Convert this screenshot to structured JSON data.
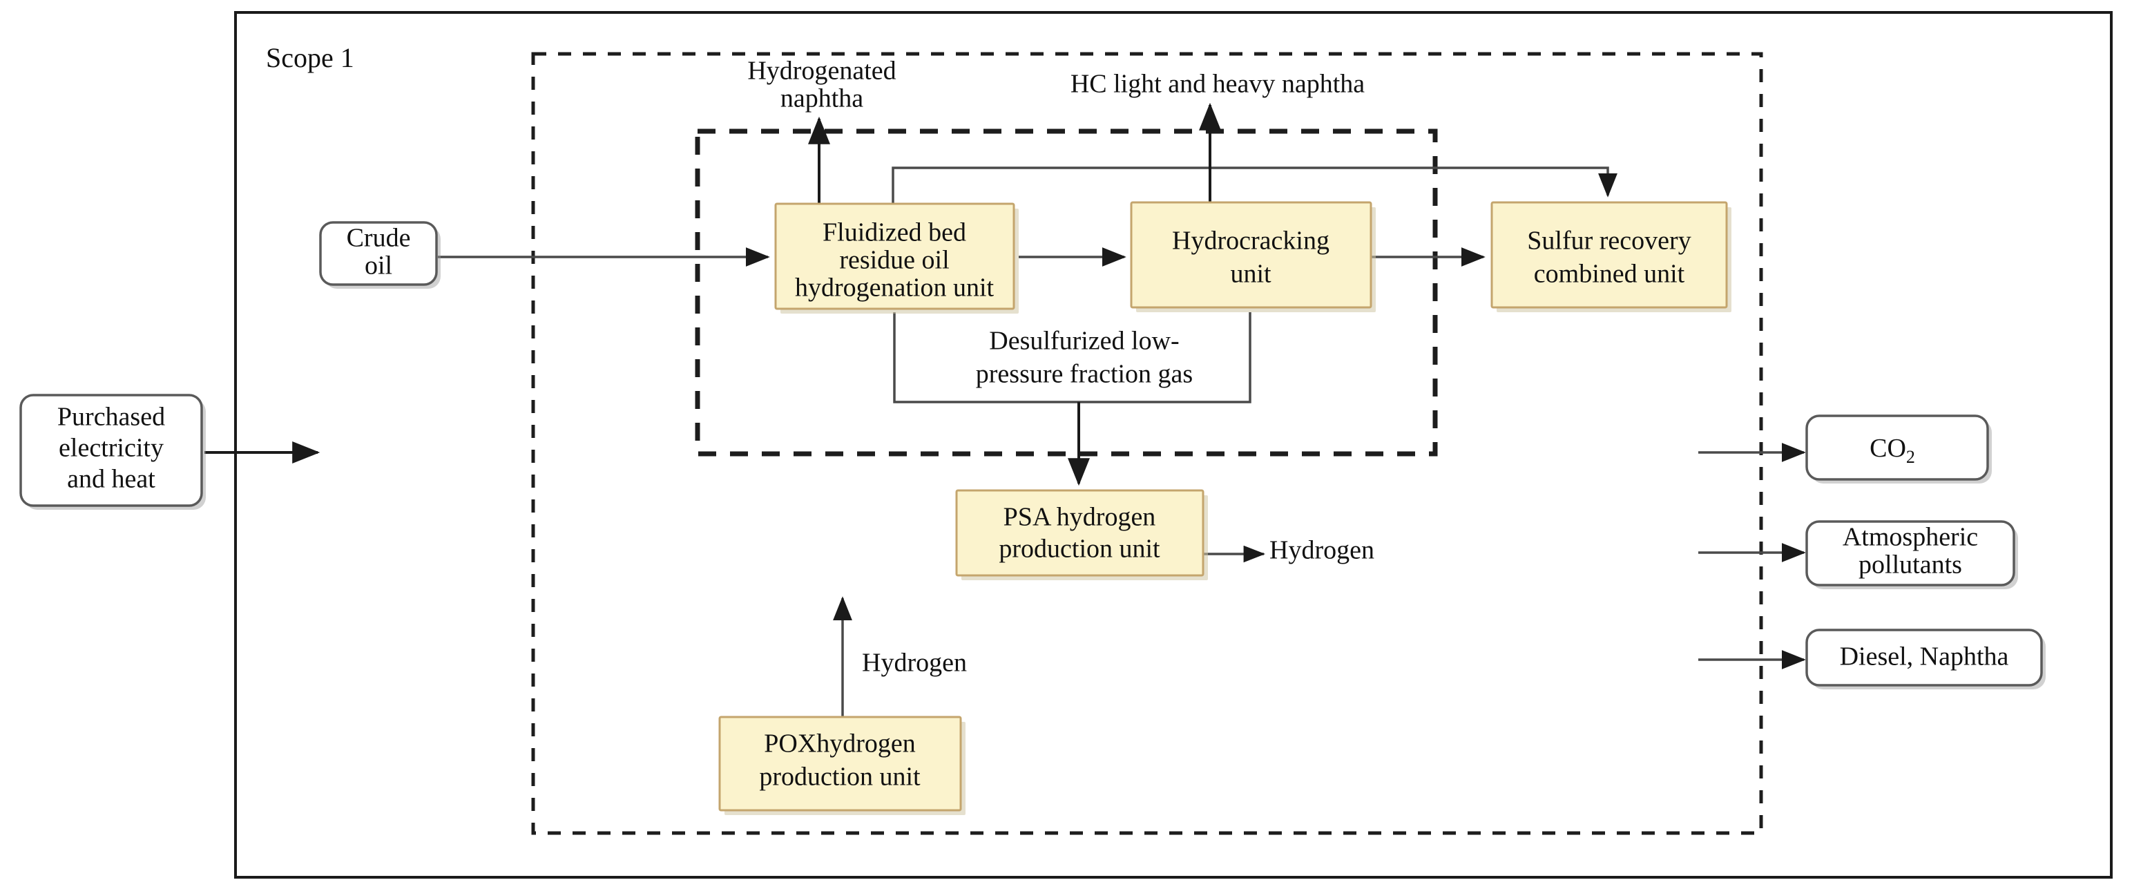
{
  "diagram": {
    "title_label": "Scope 1",
    "colors": {
      "process_box_fill": "#fbf3cd",
      "process_box_border": "#c4a56d",
      "io_box_fill": "#ffffff",
      "io_box_border": "#5a5a5a",
      "connector": "#4a4a4a",
      "frame": "#1a1a1a"
    },
    "process_units": [
      {
        "id": "fluidized",
        "label_line1": "Fluidized bed",
        "label_line2": "residue oil",
        "label_line3": "hydrogenation unit"
      },
      {
        "id": "hydrocracking",
        "label_line1": "Hydrocracking",
        "label_line2": "unit"
      },
      {
        "id": "sulfur",
        "label_line1": "Sulfur recovery",
        "label_line2": "combined unit"
      },
      {
        "id": "psa",
        "label_line1": "PSA hydrogen",
        "label_line2": "production unit"
      },
      {
        "id": "pox",
        "label_line1": "POXhydrogen",
        "label_line2": "production unit"
      }
    ],
    "input_boxes": [
      {
        "id": "crude-oil",
        "label_line1": "Crude",
        "label_line2": "oil"
      },
      {
        "id": "purchased-energy",
        "label_line1": "Purchased",
        "label_line2": "electricity",
        "label_line3": "and heat"
      }
    ],
    "output_boxes": [
      {
        "id": "co2",
        "label_main": "CO",
        "label_sub": "2"
      },
      {
        "id": "atmospheric-pollutants",
        "label_line1": "Atmospheric",
        "label_line2": "pollutants"
      },
      {
        "id": "diesel-naphtha",
        "label_line1": "Diesel, Naphtha"
      }
    ],
    "flow_labels": [
      {
        "id": "hydrogenated-naphtha",
        "line1": "Hydrogenated",
        "line2": "naphtha"
      },
      {
        "id": "hc-naphtha",
        "line1": "HC light and heavy naphtha"
      },
      {
        "id": "desulfurized-gas",
        "line1": "Desulfurized low-",
        "line2": "pressure fraction gas"
      },
      {
        "id": "hydrogen-psa",
        "line1": "Hydrogen"
      },
      {
        "id": "hydrogen-pox",
        "line1": "Hydrogen"
      }
    ]
  }
}
